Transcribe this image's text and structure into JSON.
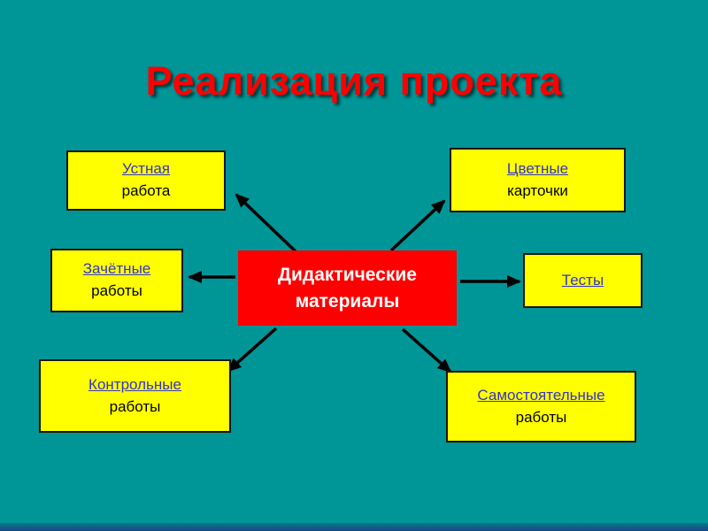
{
  "slide": {
    "title": "Реализация проекта",
    "center_box": {
      "line1": "Дидактические",
      "line2": "материалы"
    },
    "nodes": [
      {
        "link": "Устная",
        "text": "работа"
      },
      {
        "link": "Цветные",
        "text": "карточки"
      },
      {
        "link": "Зачётные",
        "text": "работы"
      },
      {
        "link": "Тесты",
        "text": ""
      },
      {
        "link": "Контрольные",
        "text": "работы"
      },
      {
        "link": "Самостоятельные",
        "text": "работы"
      }
    ],
    "colors": {
      "background": "#009597",
      "title": "#ff0000",
      "box_fill": "#ffff00",
      "box_border": "#151515",
      "center_fill": "#ff0000",
      "center_text": "#ffffff",
      "link_text": "#3333cc",
      "plain_text": "#000000",
      "arrow": "#000000",
      "bottom_strip": "#20418c"
    }
  }
}
